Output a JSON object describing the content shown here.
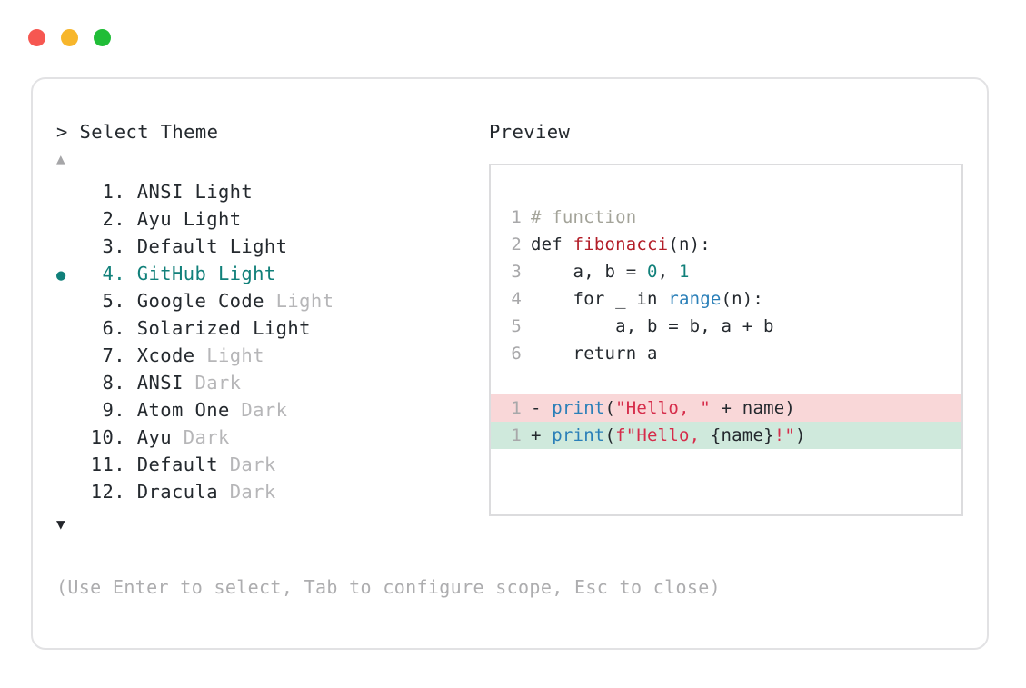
{
  "window": {
    "dots": [
      {
        "name": "close",
        "color": "#f65751"
      },
      {
        "name": "minimize",
        "color": "#f7b62b"
      },
      {
        "name": "maximize",
        "color": "#20bd37"
      }
    ]
  },
  "selector": {
    "prompt": "> Select Theme",
    "scroll_up_icon": "▲",
    "scroll_down_icon": "▼",
    "selected_index": 4,
    "selected_bullet": "●",
    "accent_color": "#11807a",
    "items": [
      {
        "num": " 1.",
        "name": "ANSI",
        "variant": " Light",
        "variant_muted": false,
        "selected": false
      },
      {
        "num": " 2.",
        "name": "Ayu",
        "variant": " Light",
        "variant_muted": false,
        "selected": false
      },
      {
        "num": " 3.",
        "name": "Default",
        "variant": " Light",
        "variant_muted": false,
        "selected": false
      },
      {
        "num": " 4.",
        "name": "GitHub",
        "variant": " Light",
        "variant_muted": false,
        "selected": true
      },
      {
        "num": " 5.",
        "name": "Google Code",
        "variant": " Light",
        "variant_muted": true,
        "selected": false
      },
      {
        "num": " 6.",
        "name": "Solarized",
        "variant": " Light",
        "variant_muted": false,
        "selected": false
      },
      {
        "num": " 7.",
        "name": "Xcode",
        "variant": " Light",
        "variant_muted": true,
        "selected": false
      },
      {
        "num": " 8.",
        "name": "ANSI",
        "variant": " Dark",
        "variant_muted": true,
        "selected": false
      },
      {
        "num": " 9.",
        "name": "Atom One",
        "variant": " Dark",
        "variant_muted": true,
        "selected": false
      },
      {
        "num": "10.",
        "name": "Ayu",
        "variant": " Dark",
        "variant_muted": true,
        "selected": false
      },
      {
        "num": "11.",
        "name": "Default",
        "variant": " Dark",
        "variant_muted": true,
        "selected": false
      },
      {
        "num": "12.",
        "name": "Dracula",
        "variant": " Dark",
        "variant_muted": true,
        "selected": false
      }
    ]
  },
  "preview": {
    "title": "Preview",
    "code_lines": [
      {
        "lineno": "1",
        "kind": "normal",
        "tokens": [
          {
            "text": "# function",
            "type": "comment"
          }
        ]
      },
      {
        "lineno": "2",
        "kind": "normal",
        "tokens": [
          {
            "text": "def ",
            "type": "keyword"
          },
          {
            "text": "fibonacci",
            "type": "func"
          },
          {
            "text": "(n):",
            "type": "plain"
          }
        ]
      },
      {
        "lineno": "3",
        "kind": "normal",
        "tokens": [
          {
            "text": "    a, b = ",
            "type": "plain"
          },
          {
            "text": "0",
            "type": "number"
          },
          {
            "text": ", ",
            "type": "plain"
          },
          {
            "text": "1",
            "type": "number"
          }
        ]
      },
      {
        "lineno": "4",
        "kind": "normal",
        "tokens": [
          {
            "text": "    for _ in ",
            "type": "plain"
          },
          {
            "text": "range",
            "type": "builtin"
          },
          {
            "text": "(n):",
            "type": "plain"
          }
        ]
      },
      {
        "lineno": "5",
        "kind": "normal",
        "tokens": [
          {
            "text": "        a, b = b, a + b",
            "type": "plain"
          }
        ]
      },
      {
        "lineno": "6",
        "kind": "normal",
        "tokens": [
          {
            "text": "    return a",
            "type": "plain"
          }
        ]
      },
      {
        "lineno": "1",
        "kind": "del",
        "tokens": [
          {
            "text": "- ",
            "type": "plain"
          },
          {
            "text": "print",
            "type": "builtin"
          },
          {
            "text": "(",
            "type": "plain"
          },
          {
            "text": "\"Hello, \"",
            "type": "string"
          },
          {
            "text": " + name)",
            "type": "plain"
          }
        ]
      },
      {
        "lineno": "1",
        "kind": "add",
        "tokens": [
          {
            "text": "+ ",
            "type": "plain"
          },
          {
            "text": "print",
            "type": "builtin"
          },
          {
            "text": "(",
            "type": "plain"
          },
          {
            "text": "f\"Hello, ",
            "type": "string"
          },
          {
            "text": "{name}",
            "type": "plain"
          },
          {
            "text": "!\"",
            "type": "string"
          },
          {
            "text": ")",
            "type": "plain"
          }
        ]
      }
    ]
  },
  "footer": {
    "hint": "(Use Enter to select, Tab to configure scope, Esc to close)"
  }
}
